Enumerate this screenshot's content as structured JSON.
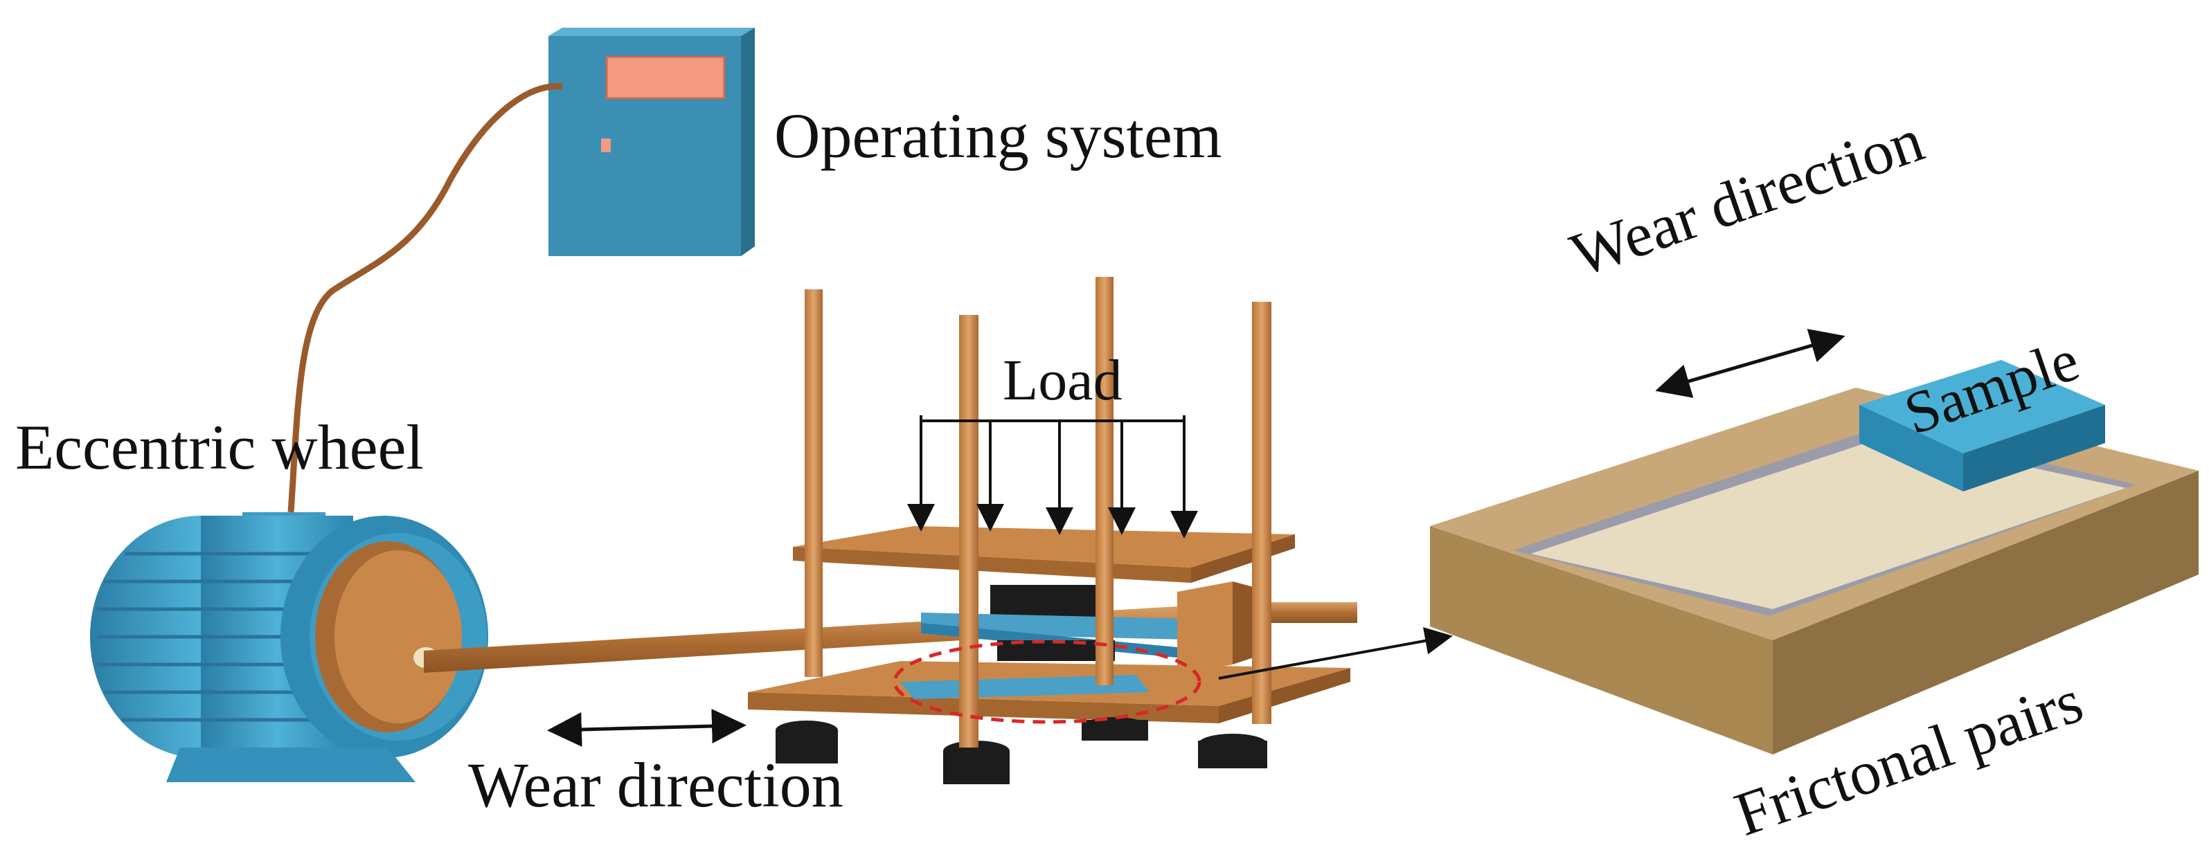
{
  "labels": {
    "operating_system": "Operating system",
    "eccentric_wheel": "Eccentric wheel",
    "load": "Load",
    "wear_direction_bottom": "Wear direction",
    "wear_direction_right": "Wear direction",
    "sample": "Sample",
    "frictional_pairs": "Frictonal pairs"
  },
  "colors": {
    "motor_blue": "#3d9cc4",
    "control_box_blue": "#3a8fb3",
    "screen_orange": "#f39a80",
    "wood_orange": "#c9884a",
    "cable_brown": "#9a5a2c",
    "tray_tan": "#c8a878",
    "rubber_black": "#1c1c1c",
    "dashed_red": "#d62828",
    "arrow_black": "#111111"
  }
}
